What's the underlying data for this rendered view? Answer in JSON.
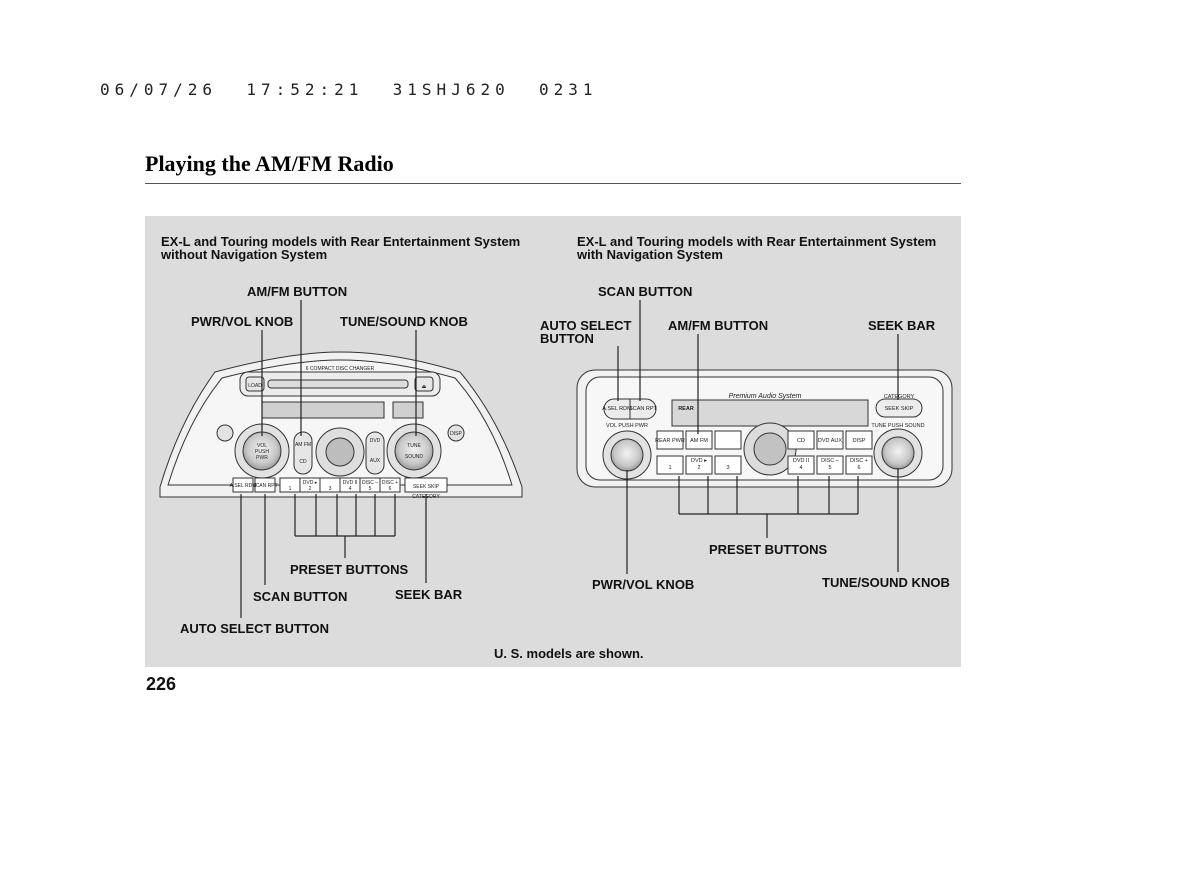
{
  "header": {
    "print_stamp": "06/07/26  17:52:21  31SHJ620  0231",
    "page_title": "Playing the AM/FM Radio"
  },
  "left_panel": {
    "caption_line1": "EX-L and Touring models with Rear Entertainment System",
    "caption_line2": "without Navigation System",
    "labels": {
      "amfm_button": "AM/FM BUTTON",
      "pwr_vol_knob": "PWR/VOL KNOB",
      "tune_sound_knob": "TUNE/SOUND KNOB",
      "preset_buttons": "PRESET BUTTONS",
      "scan_button": "SCAN BUTTON",
      "seek_bar": "SEEK BAR",
      "auto_select_button": "AUTO SELECT BUTTON"
    },
    "unit_text": {
      "cd_changer": "6 COMPACT DISC CHANGER",
      "load": "LOAD",
      "eject": "⏏",
      "vol": "VOL",
      "push": "PUSH",
      "pwr": "PWR",
      "amfm": "AM FM",
      "cd": "CD",
      "tune": "TUNE",
      "sound": "SOUND",
      "dvd": "DVD",
      "aux": "AUX",
      "disp": "DISP",
      "asel": "A.SEL RDM",
      "scan": "SCAN RPT",
      "presets": [
        "1",
        "2",
        "3",
        "4",
        "5",
        "6"
      ],
      "preset_subs": [
        "",
        "DVD ▸",
        "",
        "DVD II",
        "DISC –",
        "DISC +"
      ],
      "seek_skip": "SEEK SKIP",
      "category": "CATEGORY"
    }
  },
  "right_panel": {
    "caption_line1": "EX-L and Touring models with Rear Entertainment System",
    "caption_line2": "with Navigation System",
    "labels": {
      "scan_button": "SCAN BUTTON",
      "auto_select_line1": "AUTO SELECT",
      "auto_select_line2": "BUTTON",
      "amfm_button": "AM/FM BUTTON",
      "seek_bar": "SEEK BAR",
      "preset_buttons": "PRESET BUTTONS",
      "pwr_vol_knob": "PWR/VOL KNOB",
      "tune_sound_knob": "TUNE/SOUND KNOB"
    },
    "unit_text": {
      "premium": "Premium Audio System",
      "asel": "A.SEL RDM",
      "scan": "SCAN RPT",
      "rear": "REAR",
      "vol_push_pwr": "VOL PUSH PWR",
      "rear_pwr": "REAR PWR",
      "amfm": "AM FM",
      "cd": "CD",
      "dvd_aux": "DVD AUX",
      "disp": "DISP",
      "seek_skip": "SEEK SKIP",
      "tune_push_sound": "TUNE PUSH SOUND",
      "category": "CATEGORY",
      "presets": [
        "1",
        "2",
        "3",
        "4",
        "5",
        "6"
      ],
      "preset_subs": [
        "",
        "DVD ▸",
        "",
        "DVD II",
        "DISC –",
        "DISC +"
      ]
    }
  },
  "footer": {
    "note": "U. S. models are shown.",
    "page_number": "226"
  }
}
